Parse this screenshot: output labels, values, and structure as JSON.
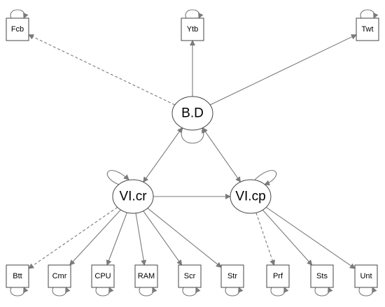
{
  "nodes": {
    "Fcb": {
      "label": "Fcb",
      "kind": "observed"
    },
    "Ytb": {
      "label": "Ytb",
      "kind": "observed"
    },
    "Twt": {
      "label": "Twt",
      "kind": "observed"
    },
    "BD": {
      "label": "B.D",
      "kind": "latent"
    },
    "VIcr": {
      "label": "VI.cr",
      "kind": "latent"
    },
    "VIcp": {
      "label": "VI.cp",
      "kind": "latent"
    },
    "Btt": {
      "label": "Btt",
      "kind": "observed"
    },
    "Cmr": {
      "label": "Cmr",
      "kind": "observed"
    },
    "CPU": {
      "label": "CPU",
      "kind": "observed"
    },
    "RAM": {
      "label": "RAM",
      "kind": "observed"
    },
    "Scr": {
      "label": "Scr",
      "kind": "observed"
    },
    "Str": {
      "label": "Str",
      "kind": "observed"
    },
    "Prf": {
      "label": "Prf",
      "kind": "observed"
    },
    "Sts": {
      "label": "Sts",
      "kind": "observed"
    },
    "Unt": {
      "label": "Unt",
      "kind": "observed"
    }
  },
  "edges": [
    {
      "from": "BD",
      "to": "Fcb",
      "style": "dashed",
      "directed": true
    },
    {
      "from": "BD",
      "to": "Ytb",
      "style": "solid",
      "directed": true
    },
    {
      "from": "BD",
      "to": "Twt",
      "style": "solid",
      "directed": true
    },
    {
      "from": "BD",
      "to": "VIcr",
      "style": "solid",
      "directed": "both"
    },
    {
      "from": "BD",
      "to": "VIcp",
      "style": "solid",
      "directed": "both"
    },
    {
      "from": "VIcr",
      "to": "VIcp",
      "style": "solid",
      "directed": true
    },
    {
      "from": "VIcr",
      "to": "Btt",
      "style": "dashed",
      "directed": true
    },
    {
      "from": "VIcr",
      "to": "Cmr",
      "style": "solid",
      "directed": true
    },
    {
      "from": "VIcr",
      "to": "CPU",
      "style": "solid",
      "directed": true
    },
    {
      "from": "VIcr",
      "to": "RAM",
      "style": "solid",
      "directed": true
    },
    {
      "from": "VIcr",
      "to": "Scr",
      "style": "solid",
      "directed": true
    },
    {
      "from": "VIcr",
      "to": "Str",
      "style": "solid",
      "directed": true
    },
    {
      "from": "VIcp",
      "to": "Prf",
      "style": "dashed",
      "directed": true
    },
    {
      "from": "VIcp",
      "to": "Sts",
      "style": "solid",
      "directed": true
    },
    {
      "from": "VIcp",
      "to": "Unt",
      "style": "solid",
      "directed": true
    }
  ],
  "self_loops": [
    "Fcb",
    "Ytb",
    "Twt",
    "BD",
    "VIcr",
    "VIcp",
    "Btt",
    "Cmr",
    "CPU",
    "RAM",
    "Scr",
    "Str",
    "Prf",
    "Sts",
    "Unt"
  ],
  "colors": {
    "edge": "#7a7a7a",
    "node_border": "#444444",
    "background": "#ffffff"
  }
}
